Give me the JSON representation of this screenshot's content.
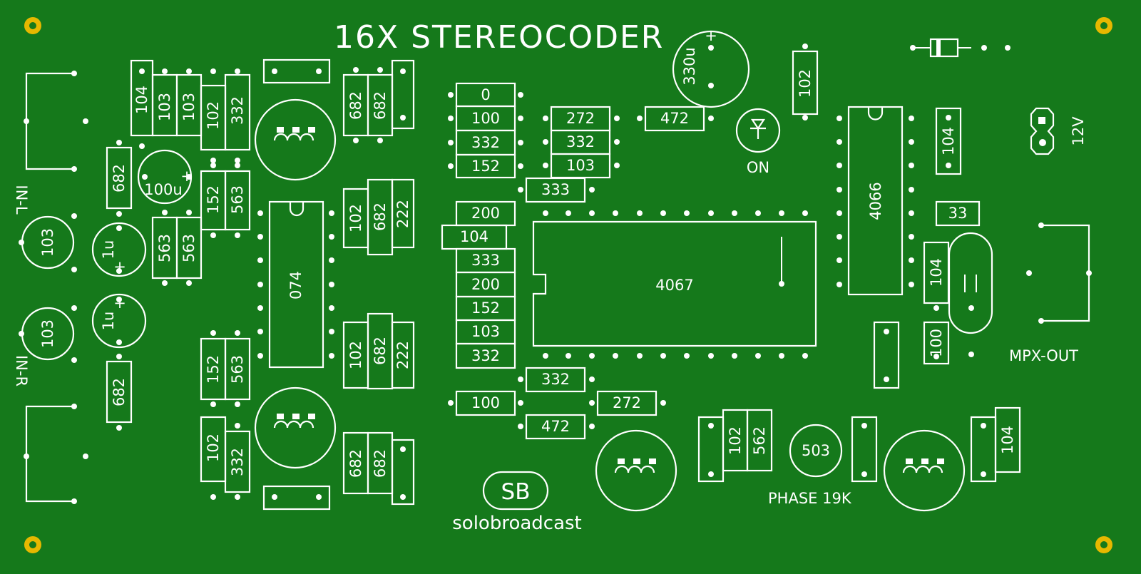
{
  "board": {
    "title": "16X STEREOCODER",
    "brand_logo": "SB",
    "brand_name": "solobroadcast",
    "colors": {
      "board": "#15791b",
      "silkscreen": "#ffffff",
      "mounting_hole": "#e6b800"
    }
  },
  "connectors": {
    "in_l": "IN-L",
    "in_r": "IN-R",
    "mpx_out": "MPX-OUT",
    "power": "12V",
    "led": "ON",
    "phase": "PHASE 19K"
  },
  "chips": {
    "opamp": "074",
    "mux": "4067",
    "switch": "4066"
  },
  "caps": {
    "c330": "330u",
    "c100": "100u",
    "c1a": "1u",
    "c1b": "1u",
    "pot_l": "103",
    "pot_r": "103",
    "pot_phase": "503"
  },
  "parts": {
    "r104a": "104",
    "r103a": "103",
    "r103b": "103",
    "r102a": "102",
    "r332a": "332",
    "r682a": "682",
    "r682b": "682",
    "r682c": "682",
    "r682d": "682",
    "r152a": "152",
    "r563a": "563",
    "r563b": "563",
    "r563c": "563",
    "r102b": "102",
    "r682e": "682",
    "r222a": "222",
    "r102c": "102",
    "r682f": "682",
    "r222b": "222",
    "r152b": "152",
    "r563d": "563",
    "r102d": "102",
    "r332b": "332",
    "r682g": "682",
    "r682h": "682",
    "s0": "0",
    "s100": "100",
    "s332": "332",
    "s152": "152",
    "s272": "272",
    "s332b": "332",
    "s103": "103",
    "s472": "472",
    "s333": "333",
    "s200": "200",
    "s104": "104",
    "s333b": "333",
    "s200b": "200",
    "s152b": "152",
    "s103b": "103",
    "s332c": "332",
    "s332d": "332",
    "s100b": "100",
    "s272b": "272",
    "s472b": "472",
    "r102e": "102",
    "r104b": "104",
    "r33": "33",
    "r104c": "104",
    "r100": "100",
    "r102f": "102",
    "r562": "562",
    "r104d": "104"
  }
}
